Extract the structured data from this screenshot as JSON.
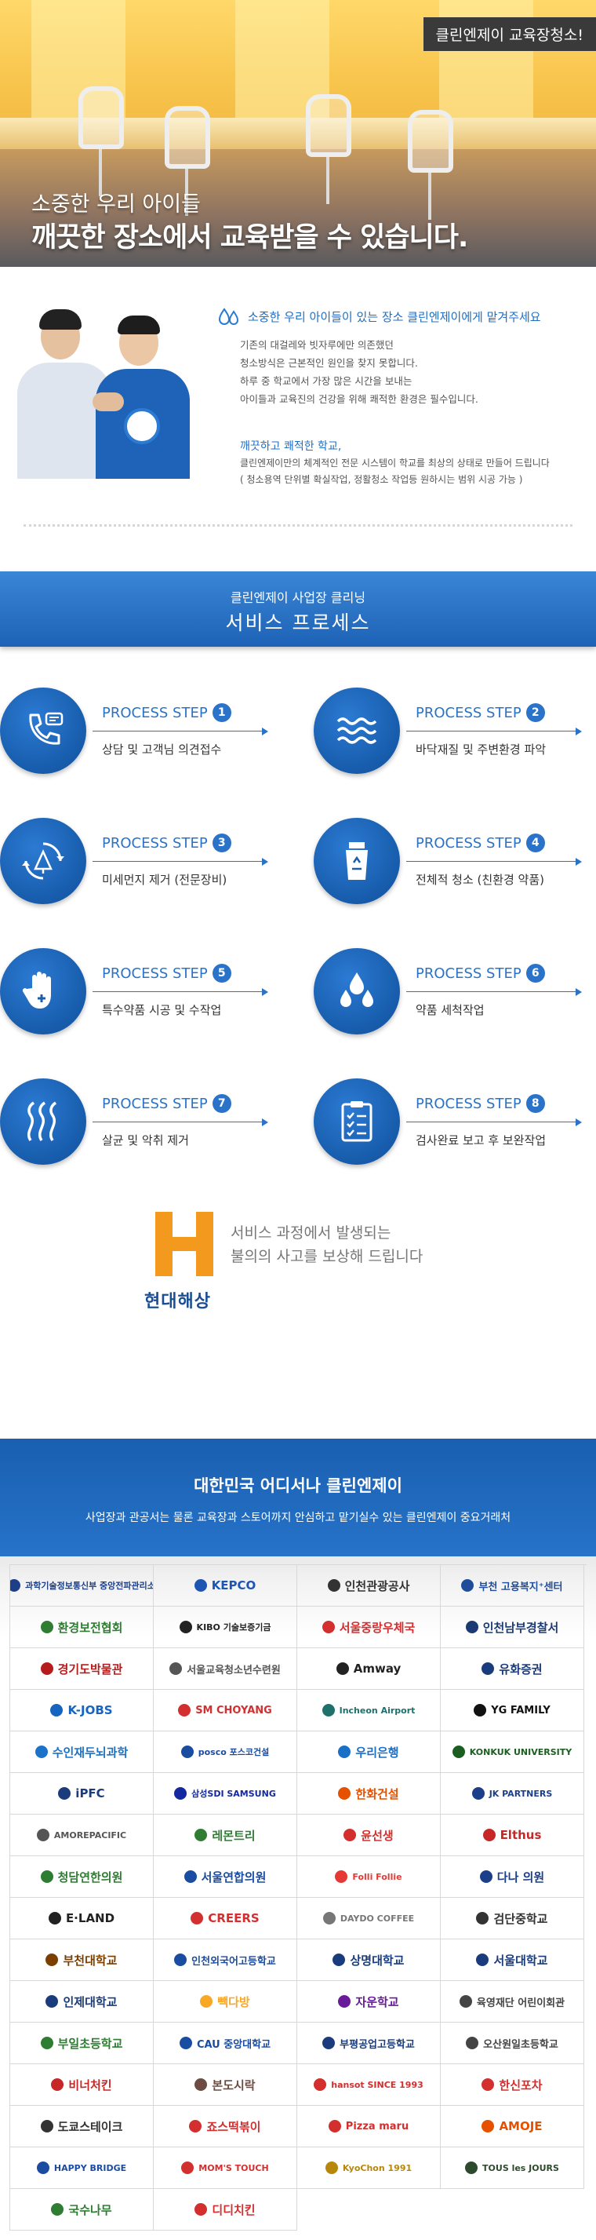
{
  "hero": {
    "badge": "클린엔제이 교육장청소!",
    "subtitle": "소중한 우리 아이들",
    "title": "깨끗한 장소에서 교육받을 수 있습니다."
  },
  "intro": {
    "headline": "소중한 우리 아이들이 있는 장소 클린엔제이에게 맡겨주세요",
    "paragraph": [
      "기존의 대걸레와 빗자루에만 의존했던",
      "청소방식은 근본적인 원인을 찾지 못합니다.",
      "하루 중 학교에서 가장 많은 시간을 보내는",
      "아이들과 교육진의 건강을 위해 쾌적한 환경은 필수입니다."
    ],
    "headline2": "깨끗하고 쾌적한 학교,",
    "paragraph2": [
      "클린엔제이만의 체계적인 전문 시스템이 학교를 최상의 상태로 만들어 드립니다",
      "( 청소용역 단위별 확실작업, 정활청소 작업등 원하시는 범위 시공 가능 )"
    ]
  },
  "process": {
    "banner_sub": "클린엔제이 사업장 클리닝",
    "banner_title": "서비스 프로세스",
    "step_label": "PROCESS STEP",
    "steps": [
      {
        "num": "1",
        "desc": "상담 및 고객님 의견접수",
        "icon": "phone-icon"
      },
      {
        "num": "2",
        "desc": "바닥재질 및 주변환경 파악",
        "icon": "waves-icon"
      },
      {
        "num": "3",
        "desc": "미세먼지 제거 (전문장비)",
        "icon": "dust-icon"
      },
      {
        "num": "4",
        "desc": "전체적 청소 (친환경 약품)",
        "icon": "eco-bottle-icon"
      },
      {
        "num": "5",
        "desc": "특수약품 시공 및 수작업",
        "icon": "glove-icon"
      },
      {
        "num": "6",
        "desc": "약품 세척작업",
        "icon": "drops-icon"
      },
      {
        "num": "7",
        "desc": "살균 및 악취 제거",
        "icon": "steam-icon"
      },
      {
        "num": "8",
        "desc": "검사완료 보고 후 보완작업",
        "icon": "checklist-icon"
      }
    ],
    "insurance_brand": "현대해상",
    "insurance_msg": [
      "서비스 과정에서 발생되는",
      "불의의 사고를 보상해 드립니다"
    ]
  },
  "clients": {
    "title": "대한민국 어디서나 클린엔제이",
    "subtitle": "사업장과 관공서는 물론 교육장과 스토어까지 안심하고 맡기실수 있는 클린엔제이 중요거래처",
    "logos": [
      {
        "text": "과학기술정보통신부 중앙전파관리소",
        "color": "#1d3f8a"
      },
      {
        "text": "KEPCO",
        "color": "#1e55b3"
      },
      {
        "text": "인천관광공사",
        "color": "#333333"
      },
      {
        "text": "부천 고용복지⁺센터",
        "color": "#1f4d9c"
      },
      {
        "text": "환경보전협회",
        "color": "#2e7d32"
      },
      {
        "text": "KIBO 기술보증기금",
        "color": "#222222"
      },
      {
        "text": "서울중랑우체국",
        "color": "#d32f2f"
      },
      {
        "text": "인천남부경찰서",
        "color": "#1b3a73"
      },
      {
        "text": "경기도박물관",
        "color": "#b71c1c"
      },
      {
        "text": "서울교육청소년수련원",
        "color": "#555555"
      },
      {
        "text": "Amway",
        "color": "#222222"
      },
      {
        "text": "유화증권",
        "color": "#1a3c7c"
      },
      {
        "text": "K-JOBS",
        "color": "#1565c0"
      },
      {
        "text": "SM CHOYANG",
        "color": "#d32f2f"
      },
      {
        "text": "Incheon Airport",
        "color": "#1f6f6a"
      },
      {
        "text": "YG FAMILY",
        "color": "#111111"
      },
      {
        "text": "수인재두뇌과학",
        "color": "#1a73c9"
      },
      {
        "text": "posco 포스코건설",
        "color": "#1a4ca1"
      },
      {
        "text": "우리은행",
        "color": "#1a6fc7"
      },
      {
        "text": "KONKUK UNIVERSITY",
        "color": "#1b5e20"
      },
      {
        "text": "iPFC",
        "color": "#1a3c7c"
      },
      {
        "text": "삼성SDI SAMSUNG",
        "color": "#1428a0"
      },
      {
        "text": "한화건설",
        "color": "#e65100"
      },
      {
        "text": "JK PARTNERS",
        "color": "#1d3f8a"
      },
      {
        "text": "AMOREPACIFIC",
        "color": "#555555"
      },
      {
        "text": "레몬트리",
        "color": "#2e7d32"
      },
      {
        "text": "윤선생",
        "color": "#d32f2f"
      },
      {
        "text": "Elthus",
        "color": "#c62828"
      },
      {
        "text": "청담연한의원",
        "color": "#2e7d32"
      },
      {
        "text": "서울연합의원",
        "color": "#1a4ca1"
      },
      {
        "text": "Folli Follie",
        "color": "#e53935"
      },
      {
        "text": "다나 의원",
        "color": "#1d3f8a"
      },
      {
        "text": "E·LAND",
        "color": "#222222"
      },
      {
        "text": "CREERS",
        "color": "#d32f2f"
      },
      {
        "text": "DAYDO COFFEE",
        "color": "#777777"
      },
      {
        "text": "검단중학교",
        "color": "#333333"
      },
      {
        "text": "부천대학교",
        "color": "#7b3f00"
      },
      {
        "text": "인천외국어고등학교",
        "color": "#1a4ca1"
      },
      {
        "text": "상명대학교",
        "color": "#1a3c7c"
      },
      {
        "text": "서울대학교",
        "color": "#1a3c7c"
      },
      {
        "text": "인제대학교",
        "color": "#1a3c7c"
      },
      {
        "text": "빽다방",
        "color": "#f9a825"
      },
      {
        "text": "자운학교",
        "color": "#6a1b9a"
      },
      {
        "text": "육영재단 어린이회관",
        "color": "#444444"
      },
      {
        "text": "부일초등학교",
        "color": "#2e7d32"
      },
      {
        "text": "CAU 중앙대학교",
        "color": "#1a4ca1"
      },
      {
        "text": "부평공업고등학교",
        "color": "#1a3c7c"
      },
      {
        "text": "오산원일초등학교",
        "color": "#444444"
      },
      {
        "text": "비너처킨",
        "color": "#c62828"
      },
      {
        "text": "본도시락",
        "color": "#6d4c41"
      },
      {
        "text": "hansot SINCE 1993",
        "color": "#d32f2f"
      },
      {
        "text": "한신포차",
        "color": "#d32f2f"
      },
      {
        "text": "도쿄스테이크",
        "color": "#333333"
      },
      {
        "text": "죠스떡볶이",
        "color": "#d32f2f"
      },
      {
        "text": "Pizza maru",
        "color": "#d32f2f"
      },
      {
        "text": "AMOJE",
        "color": "#e65100"
      },
      {
        "text": "HAPPY BRIDGE",
        "color": "#1a4ca1"
      },
      {
        "text": "MOM'S TOUCH",
        "color": "#d32f2f"
      },
      {
        "text": "KyoChon 1991",
        "color": "#b8860b"
      },
      {
        "text": "TOUS les JOURS",
        "color": "#2e4a2e"
      },
      {
        "text": "국수나무",
        "color": "#2e7d32"
      },
      {
        "text": "디디치킨",
        "color": "#d32f2f"
      }
    ]
  }
}
